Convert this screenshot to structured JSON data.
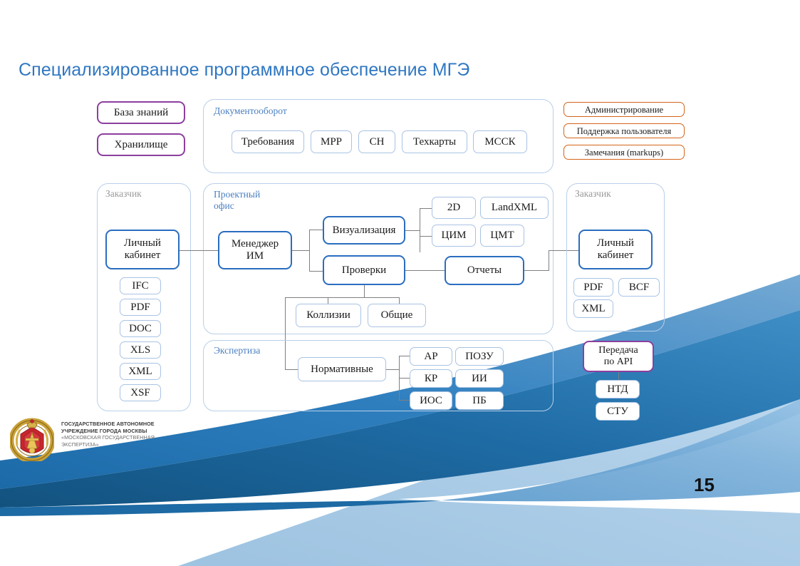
{
  "slide": {
    "title": "Специализированное программное обеспечение МГЭ",
    "page_number": "15",
    "accent_color": "#2f77c2",
    "blue_node_color": "#2a6dc0",
    "purple_node_color": "#8c3f9e",
    "orange_node_color": "#d4641a",
    "thin_node_color": "#a9c3e4"
  },
  "left_stack": {
    "items": [
      {
        "label": "База знаний"
      },
      {
        "label": "Хранилище"
      }
    ]
  },
  "doc_flow_panel": {
    "label": "Документооборот",
    "items": [
      {
        "label": "Требования"
      },
      {
        "label": "МРР"
      },
      {
        "label": "СН"
      },
      {
        "label": "Техкарты"
      },
      {
        "label": "МССК"
      }
    ]
  },
  "admin_stack": {
    "items": [
      {
        "label": "Администрирование"
      },
      {
        "label": "Поддержка пользователя"
      },
      {
        "label": "Замечания (markups)"
      }
    ]
  },
  "customer_left_panel": {
    "label": "Заказчик",
    "main_node": "Личный кабинет",
    "formats": [
      {
        "label": "IFC"
      },
      {
        "label": "PDF"
      },
      {
        "label": "DOC"
      },
      {
        "label": "XLS"
      },
      {
        "label": "XML"
      },
      {
        "label": "XSF"
      }
    ]
  },
  "project_office_panel": {
    "label": "Проектный\nофис",
    "manager": "Менеджер\nИМ",
    "visualization": "Визуализация",
    "checks": "Проверки",
    "reports": "Отчеты",
    "viz_outputs": [
      {
        "label": "2D"
      },
      {
        "label": "LandXML"
      },
      {
        "label": "ЦИМ"
      },
      {
        "label": "ЦМТ"
      }
    ],
    "check_types": [
      {
        "label": "Коллизии"
      },
      {
        "label": "Общие"
      }
    ]
  },
  "customer_right_panel": {
    "label": "Заказчик",
    "main_node": "Личный кабинет",
    "formats": [
      {
        "label": "PDF"
      },
      {
        "label": "BCF"
      },
      {
        "label": "XML"
      }
    ]
  },
  "expertise_panel": {
    "label": "Экспертиза",
    "normative": "Нормативные",
    "sections": [
      {
        "label": "АР"
      },
      {
        "label": "ПОЗУ"
      },
      {
        "label": "КР"
      },
      {
        "label": "ИИ"
      },
      {
        "label": "ИОС"
      },
      {
        "label": "ПБ"
      }
    ]
  },
  "api_block": {
    "title": "Передача\nпо API",
    "items": [
      {
        "label": "НТД"
      },
      {
        "label": "СТУ"
      }
    ]
  },
  "footer": {
    "org_line1": "ГОСУДАРСТВЕННОЕ АВТОНОМНОЕ",
    "org_line2": "УЧРЕЖДЕНИЕ ГОРОДА МОСКВЫ",
    "org_line3": "«МОСКОВСКАЯ ГОСУДАРСТВЕННАЯ",
    "org_line4": "ЭКСПЕРТИЗА»"
  }
}
